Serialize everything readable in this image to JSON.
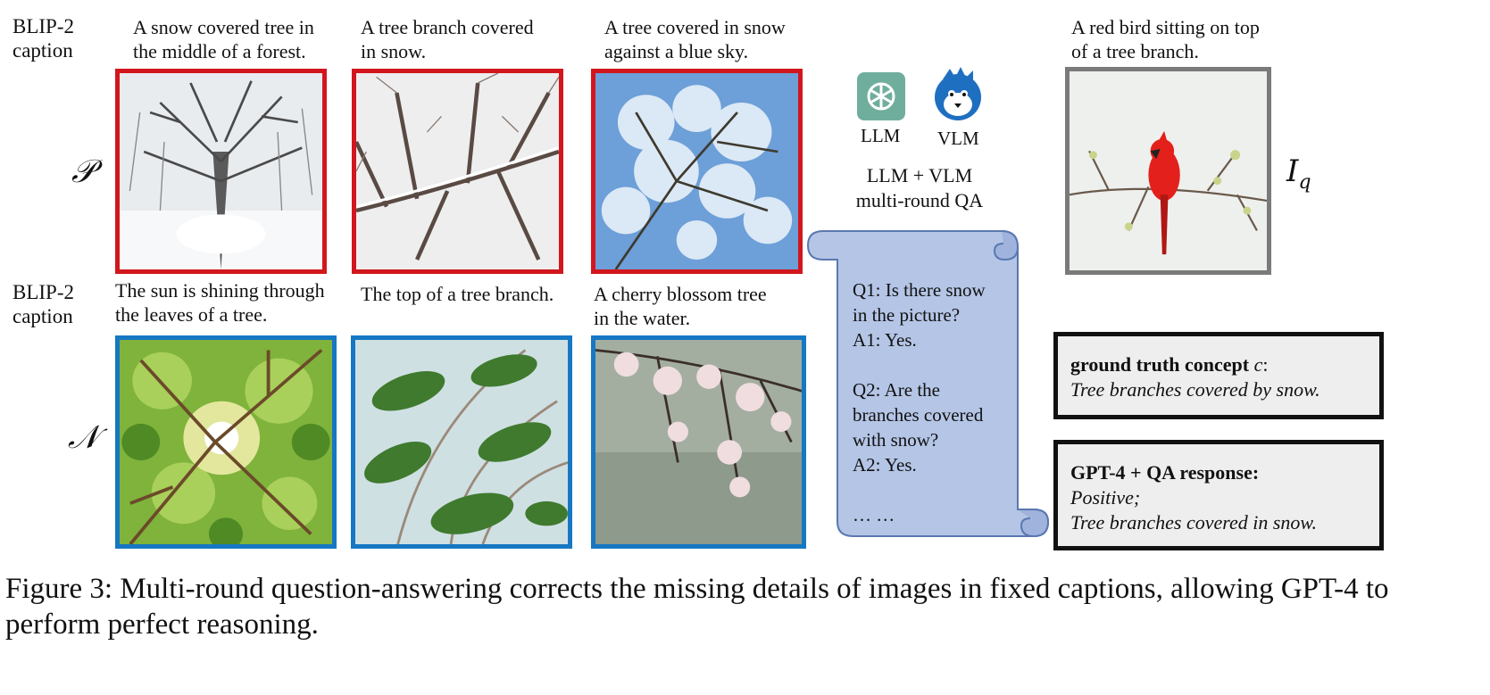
{
  "row_label": "BLIP-2\ncaption",
  "positive": {
    "symbol": "𝒫",
    "captions": [
      "A snow covered tree in\nthe middle of a forest.",
      "A tree branch covered\nin snow.",
      "A tree covered in snow\nagainst a blue sky."
    ]
  },
  "negative": {
    "symbol": "𝒩",
    "captions": [
      "The sun is shining through\nthe leaves of a tree.",
      "The top of a tree branch.",
      "A cherry blossom tree\nin the water."
    ]
  },
  "icons": {
    "llm_label": "LLM",
    "vlm_label": "VLM",
    "llm_icon": "openai-logo-icon",
    "vlm_icon": "blue-bird-mascot-icon"
  },
  "qa": {
    "title": "LLM + VLM\nmulti-round QA",
    "text": "Q1: Is there snow\nin the picture?\nA1: Yes.\n\nQ2: Are the\nbranches covered\nwith snow?\nA2: Yes.\n\n… …"
  },
  "query": {
    "caption": "A red bird sitting on top\nof a tree branch.",
    "symbol": "I",
    "subscript": "q"
  },
  "ground_truth": {
    "label": "ground truth concept ",
    "var": "c",
    "colon": ":",
    "value": "Tree branches covered by snow."
  },
  "gpt_response": {
    "label": "GPT-4 + QA response:",
    "line1": "Positive;",
    "line2": "Tree branches covered in snow."
  },
  "figure_caption": "Figure 3: Multi-round question-answering corrects the missing details of images in fixed captions, allowing GPT-4 to perform perfect reasoning.",
  "colors": {
    "positive_border": "#d2161d",
    "negative_border": "#1677c3",
    "query_border": "#7a7a7a",
    "scroll_fill": "#b4c5e6",
    "scroll_stroke": "#5a78b0"
  }
}
